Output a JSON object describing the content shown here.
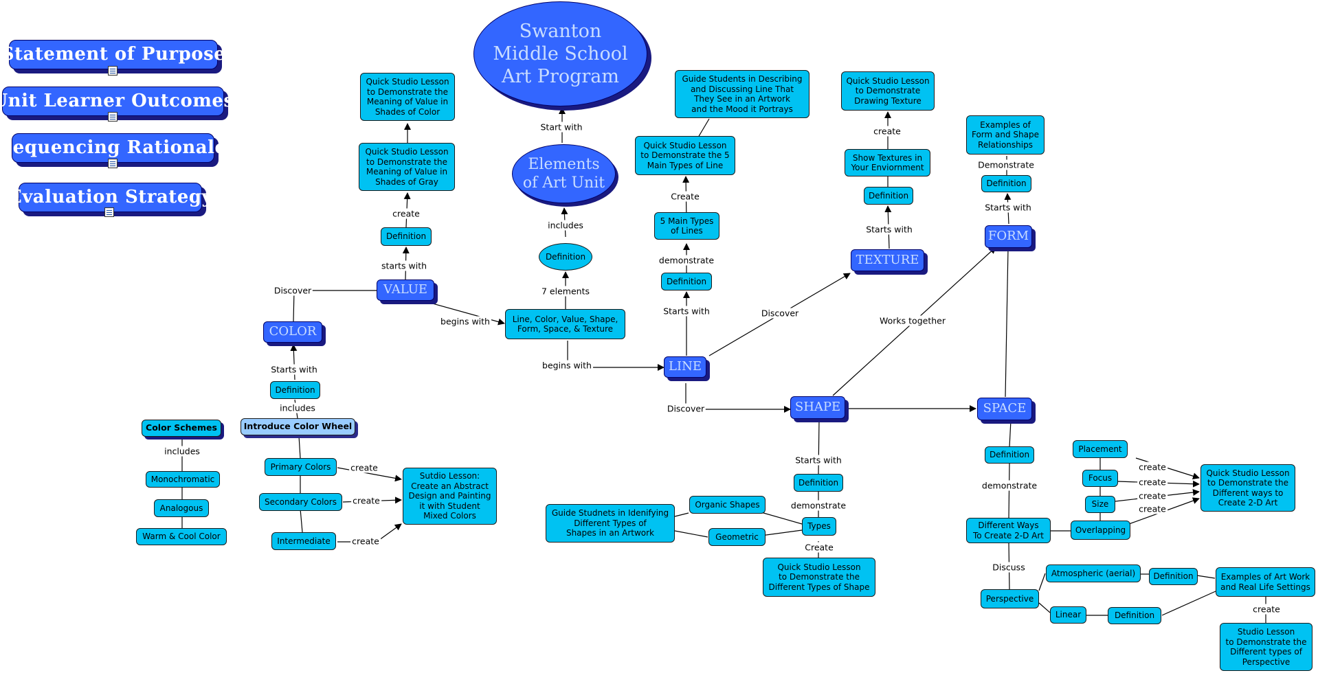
{
  "side_buttons": {
    "purpose": "Statement of Purpose",
    "outcomes": "Unit Learner Outcomes",
    "rationale": "Sequencing Rationale",
    "evaluation": "Evaluation Strategy"
  },
  "nodes": {
    "title": "Swanton\nMiddle School\nArt Program",
    "unit": "Elements\nof Art Unit",
    "def_unit": "Definition",
    "elements_list": "Line, Color, Value, Shape,\nForm, Space, & Texture",
    "value": "VALUE",
    "def_value": "Definition",
    "value_gray": "Quick Studio Lesson\nto Demonstrate the\nMeaning of Value in\nShades of Gray",
    "value_color": "Quick Studio Lesson\nto Demonstrate the\nMeaning of Value in\nShades of Color",
    "color": "COLOR",
    "def_color": "Definition",
    "color_wheel": "Introduce Color Wheel",
    "color_schemes": "Color Schemes",
    "monochromatic": "Monochromatic",
    "analogous": "Analogous",
    "warm_cool": "Warm & Cool Color",
    "primary": "Primary Colors",
    "secondary": "Secondary Colors",
    "intermediate": "Intermediate",
    "abstract_lesson": "Sutdio Lesson:\nCreate an Abstract\nDesign and Painting\nit with Student\nMixed Colors",
    "line": "LINE",
    "def_line": "Definition",
    "five_types": "5 Main Types\nof Lines",
    "line_lesson": "Quick Studio Lesson\nto Demonstrate the 5\nMain Types of Line",
    "line_mood": "Guide Students in Describing\nand Discussing Line That\nThey See in an Artwork\nand the Mood it Portrays",
    "texture": "TEXTURE",
    "def_texture": "Definition",
    "show_textures": "Show Textures in\nYour Enviornment",
    "texture_lesson": "Quick Studio Lesson\nto Demonstrate\nDrawing Texture",
    "form": "FORM",
    "def_form": "Definition",
    "form_examples": "Examples of\nForm and Shape\nRelationships",
    "shape": "SHAPE",
    "def_shape": "Definition",
    "types": "Types",
    "organic": "Organic Shapes",
    "geometric": "Geometric",
    "shape_guide": "Guide Studnets in Idenifying\nDifferent Types of\nShapes in an Artwork",
    "shape_lesson": "Quick Studio Lesson\nto Demonstrate the\nDifferent Types of Shape",
    "space": "SPACE",
    "def_space": "Definition",
    "ways_2d": "Different Ways\nTo Create 2-D Art",
    "placement": "Placement",
    "focus": "Focus",
    "size": "Size",
    "overlapping": "Overlapping",
    "space_lesson": "Quick Studio Lesson\nto Demonstrate the\nDifferent ways to\nCreate 2-D Art",
    "perspective": "Perspective",
    "atmospheric": "Atmospheric (aerial)",
    "linear": "Linear",
    "def_atmospheric": "Definition",
    "def_linear": "Definition",
    "art_examples": "Examples of Art Work\nand Real Life Settings",
    "perspective_lesson": "Studio Lesson\nto Demonstrate the\nDifferent types of\nPerspective"
  },
  "links": {
    "start_with": "Start with",
    "includes_unit": "includes",
    "seven_elements": "7 elements",
    "begins_with_value": "begins with",
    "begins_with_line": "begins with",
    "value_starts_with": "starts with",
    "value_create": "create",
    "discover_color": "Discover",
    "color_starts_with": "Starts with",
    "color_includes": "includes",
    "schemes_includes": "includes",
    "primary_create": "create",
    "secondary_create": "create",
    "intermediate_create": "create",
    "line_starts_with": "Starts with",
    "line_demonstrate": "demonstrate",
    "line_create": "Create",
    "discover_texture": "Discover",
    "texture_starts_with": "Starts with",
    "texture_create": "create",
    "works_together": "Works together",
    "form_starts_with": "Starts with",
    "form_demonstrate": "Demonstrate",
    "discover_shape": "Discover",
    "shape_starts_with": "Starts with",
    "shape_demonstrate": "demonstrate",
    "shape_create": "Create",
    "space_demonstrate": "demonstrate",
    "space_discuss": "Discuss",
    "placement_create": "create",
    "focus_create": "create",
    "size_create": "create",
    "overlapping_create": "create",
    "perspective_create": "create"
  },
  "colors": {
    "node_fill": "#00c2f2",
    "concept_fill": "#3366ff",
    "concept_text": "#c9ddff",
    "shadow": "#1a1a80",
    "wheel_fill": "#99ccff",
    "line": "#000000"
  },
  "icons": {
    "attachment": "document-icon"
  }
}
